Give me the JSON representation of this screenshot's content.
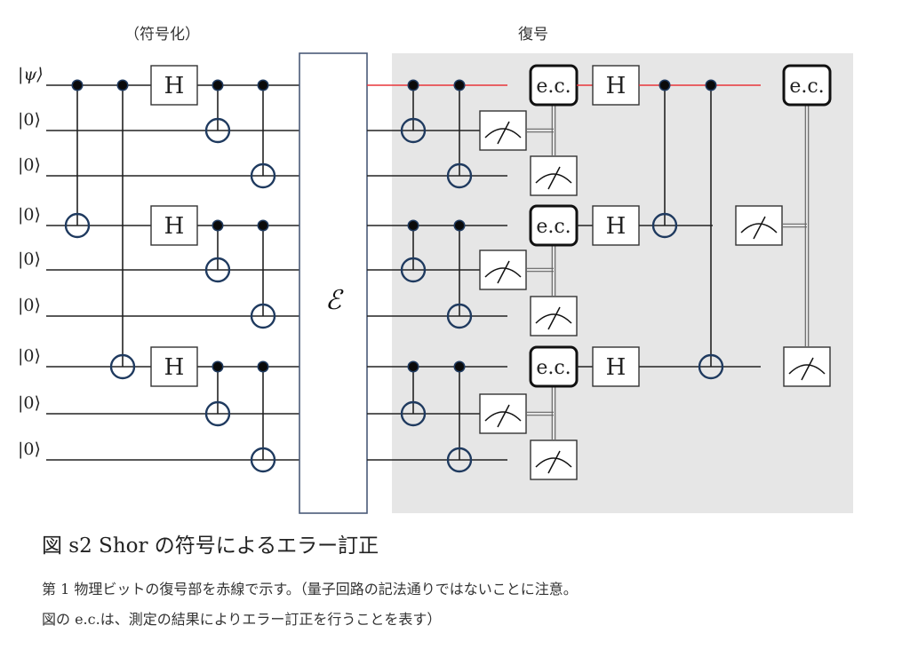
{
  "header": {
    "encode_label": "（符号化）",
    "decode_label": "復号"
  },
  "qubits": [
    {
      "label": "|ψ⟩"
    },
    {
      "label": "|0⟩"
    },
    {
      "label": "|0⟩"
    },
    {
      "label": "|0⟩"
    },
    {
      "label": "|0⟩"
    },
    {
      "label": "|0⟩"
    },
    {
      "label": "|0⟩"
    },
    {
      "label": "|0⟩"
    },
    {
      "label": "|0⟩"
    }
  ],
  "gates": {
    "hadamard_label": "H",
    "error_channel_label": "ℰ",
    "error_correction_label": "e.c."
  },
  "encoding": {
    "cnots": [
      {
        "control": 0,
        "target": 3,
        "column": 1
      },
      {
        "control": 0,
        "target": 6,
        "column": 2
      },
      {
        "control": 0,
        "target": 1,
        "column": 4
      },
      {
        "control": 0,
        "target": 2,
        "column": 5
      },
      {
        "control": 3,
        "target": 4,
        "column": 4
      },
      {
        "control": 3,
        "target": 5,
        "column": 5
      },
      {
        "control": 6,
        "target": 7,
        "column": 4
      },
      {
        "control": 6,
        "target": 8,
        "column": 5
      }
    ],
    "hadamards": [
      {
        "qubit": 0,
        "column": 3
      },
      {
        "qubit": 3,
        "column": 3
      },
      {
        "qubit": 6,
        "column": 3
      }
    ]
  },
  "decoding": {
    "highlight_qubit": 0,
    "highlight_color": "#e8353a",
    "panel_color": "#e6e6e6",
    "blocks": [
      0,
      3,
      6
    ],
    "final_cnots": [
      {
        "control": 0,
        "target": 3
      },
      {
        "control": 0,
        "target": 6
      }
    ],
    "final_measurements": [
      3,
      6
    ],
    "final_ec_qubit": 0
  },
  "colors": {
    "wire": "#222222",
    "target_ring": "#1f3a5f",
    "control_dot": "#0a0a0a",
    "control_halo": "#1f3a5f",
    "error_box_border": "#4a5a78"
  },
  "caption": {
    "title": "図 s2 Shor の符号によるエラー訂正",
    "line1": "第 1 物理ビットの復号部を赤線で示す。（量子回路の記法通りではないことに注意。",
    "line2": "図の e.c.は、測定の結果によりエラー訂正を行うことを表す）"
  }
}
